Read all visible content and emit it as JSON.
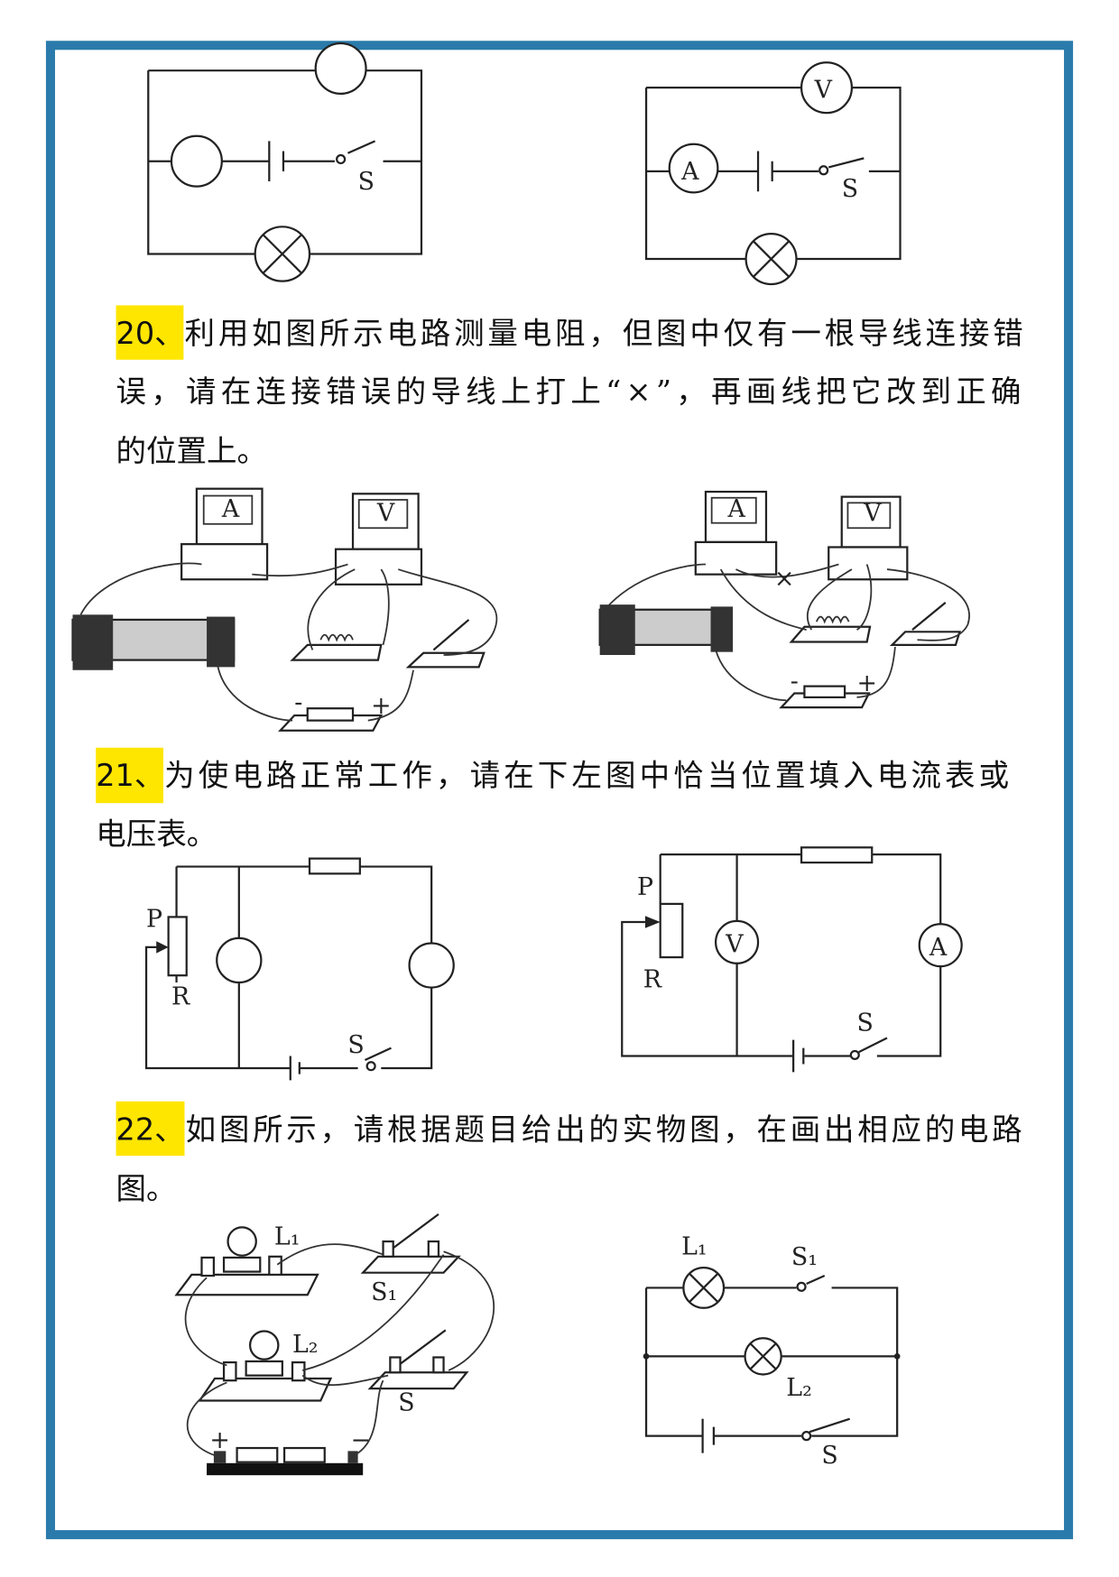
{
  "colors": {
    "frame": "#2a7bab",
    "highlight": "#ffe600"
  },
  "top_diagrams": {
    "left": {
      "switch_label": "S"
    },
    "right": {
      "voltmeter": "V",
      "ammeter": "A",
      "switch_label": "S"
    }
  },
  "q20": {
    "number": "20、",
    "lines": [
      "利用如图所示电路测量电阻，但图中仅有一根导线连接错",
      "误，请在连接错误的导线上打上“×”，再画线把它改到正确",
      "的位置上。"
    ],
    "apparatus": {
      "ammeter": "A",
      "voltmeter": "V",
      "minus": "-",
      "plus": "+",
      "mark": "×"
    }
  },
  "q21": {
    "number": "21、",
    "lines": [
      "为使电路正常工作，请在下左图中恰当位置填入电流表或",
      "电压表。"
    ],
    "left": {
      "p": "P",
      "r": "R",
      "s": "S"
    },
    "right": {
      "p": "P",
      "r": "R",
      "s": "S",
      "voltmeter": "V",
      "ammeter": "A"
    }
  },
  "q22": {
    "number": "22、",
    "lines": [
      "如图所示，请根据题目给出的实物图，在画出相应的电路",
      "图。"
    ],
    "left": {
      "l1": "L₁",
      "s1": "S₁",
      "l2": "L₂",
      "s": "S",
      "plus": "+",
      "minus": "−"
    },
    "right": {
      "l1": "L₁",
      "s1": "S₁",
      "l2": "L₂",
      "s": "S"
    }
  }
}
